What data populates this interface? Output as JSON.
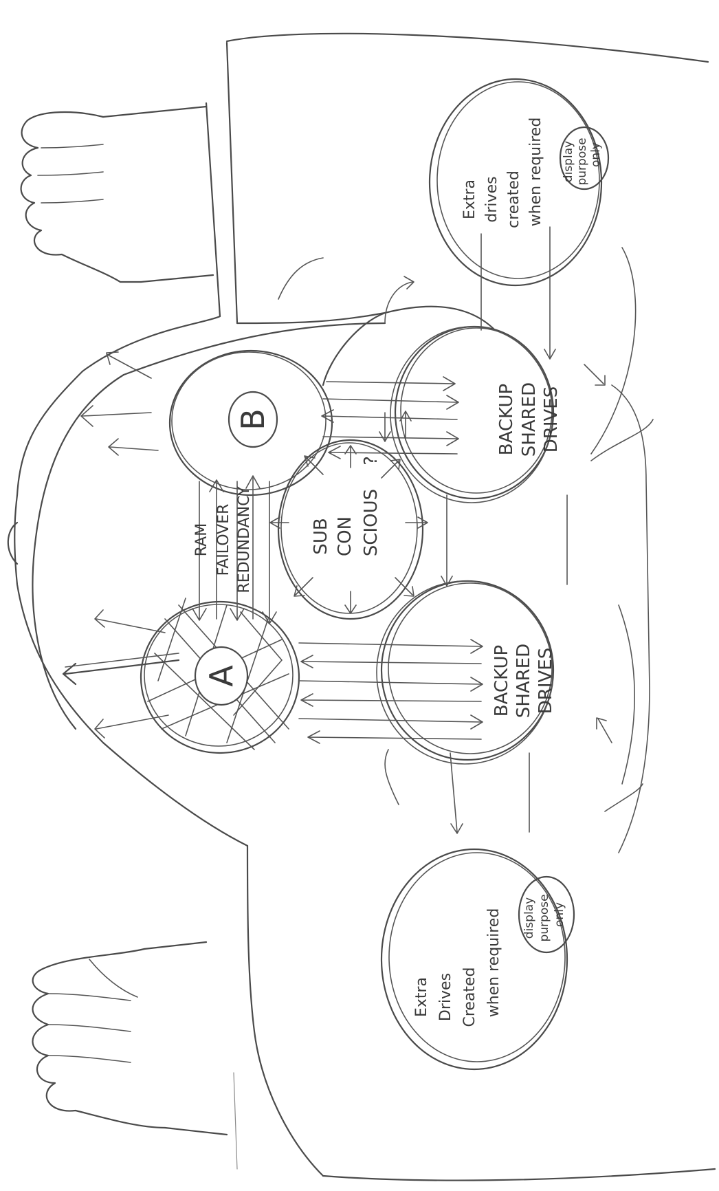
{
  "labels": {
    "node_a": "A",
    "node_b": "B",
    "link_ab": [
      "RAM",
      "FAILOVER",
      "REDUNDANCY"
    ],
    "subconscious": [
      "SUB",
      "CON",
      "SCIOUS",
      "?"
    ],
    "backup_left": [
      "BACKUP",
      "SHARED",
      "DRIVES"
    ],
    "backup_right": [
      "BACKUP",
      "SHARED",
      "DRIVES"
    ],
    "extra_left": [
      "Extra",
      "Drives",
      "Created",
      "when required"
    ],
    "extra_left_inner": [
      "display",
      "purpose",
      "only"
    ],
    "extra_right": [
      "Extra",
      "drives",
      "created",
      "when required"
    ],
    "extra_right_inner": [
      "display",
      "purpose",
      "only"
    ]
  },
  "colors": {
    "ink": "#4a4a4a",
    "paper": "#ffffff"
  }
}
